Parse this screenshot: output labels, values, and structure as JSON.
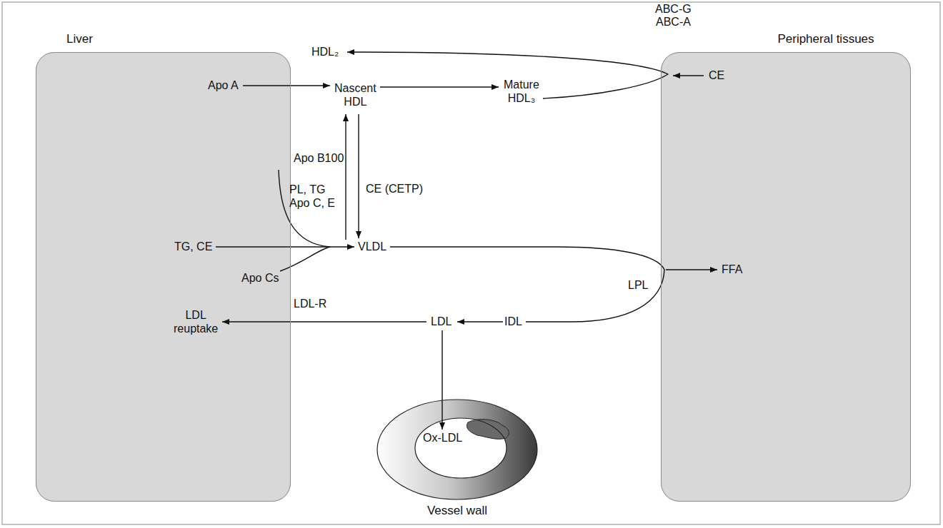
{
  "diagram": {
    "nodes": [
      {
        "text": [
          "Liver"
        ]
      },
      {
        "text": [
          "Peripheral tissues"
        ]
      },
      {
        "text": [
          "Vessel wall"
        ]
      }
    ],
    "labels": [
      "ABC-G",
      "ABC-A",
      "HDL₂",
      "Apo A",
      "Nascent HDL",
      "Mature HDL₃",
      "CE",
      "PL, TG Apo C, E",
      "CE (CETP)",
      "Apo B100",
      "TG, CE",
      "VLDL",
      "Apo Cs",
      "LDL-R",
      "LDL reuptake",
      "LDL",
      "IDL",
      "LPL",
      "FFA",
      "Ox-LDL"
    ]
  }
}
